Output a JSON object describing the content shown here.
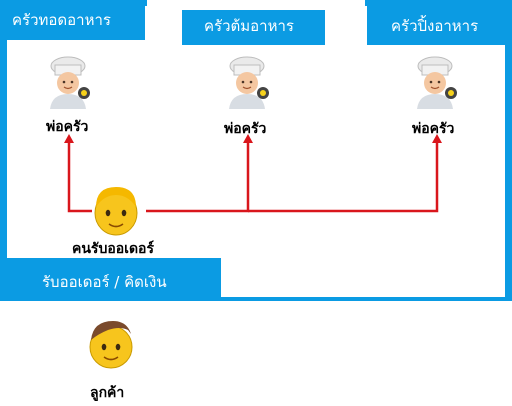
{
  "kitchens": {
    "fry": "ครัวทอดอาหาร",
    "boil": "ครัวต้มอาหาร",
    "grill": "ครัวปิ้งอาหาร"
  },
  "chefs": [
    "พ่อครัว",
    "พ่อครัว",
    "พ่อครัว"
  ],
  "order_taker": "คนรับออเดอร์",
  "cashier_section": "รับออเดอร์ / คิดเงิน",
  "customer": "ลูกค้า",
  "colors": {
    "frame": "#0b9be3",
    "arrow": "#d9161c"
  },
  "icons": [
    "chef-icon",
    "order-taker-face-icon",
    "customer-face-icon"
  ]
}
